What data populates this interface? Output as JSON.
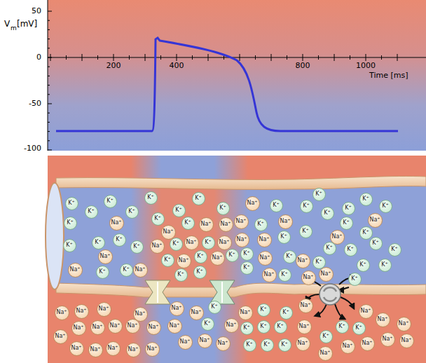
{
  "diagram": {
    "nodes": [
      {
        "text": [
          "K⁺"
        ]
      },
      {
        "text": [
          "K⁺"
        ]
      },
      {
        "text": [
          "K⁺"
        ]
      },
      {
        "text": [
          "K⁺"
        ]
      },
      {
        "text": [
          "K⁺"
        ]
      },
      {
        "text": [
          "K⁺"
        ]
      },
      {
        "text": [
          "K⁺"
        ]
      },
      {
        "text": [
          "K⁺"
        ]
      },
      {
        "text": [
          "Na⁺"
        ]
      },
      {
        "text": [
          "K⁺"
        ]
      },
      {
        "text": [
          "K⁺"
        ]
      },
      {
        "text": [
          "K⁺"
        ]
      },
      {
        "text": [
          "K⁺"
        ]
      },
      {
        "text": [
          "K⁺"
        ]
      },
      {
        "text": [
          "K⁺"
        ]
      },
      {
        "text": [
          "K⁺"
        ]
      },
      {
        "text": [
          "K⁺"
        ]
      },
      {
        "text": [
          "Na⁺"
        ]
      },
      {
        "text": [
          "K⁺"
        ]
      },
      {
        "text": [
          "Na⁺"
        ]
      },
      {
        "text": [
          "K⁺"
        ]
      },
      {
        "text": [
          "Na⁺"
        ]
      },
      {
        "text": [
          "Na⁺"
        ]
      },
      {
        "text": [
          "Na⁺"
        ]
      },
      {
        "text": [
          "K⁺"
        ]
      },
      {
        "text": [
          "Na⁺"
        ]
      },
      {
        "text": [
          "K⁺"
        ]
      },
      {
        "text": [
          "Na⁺"
        ]
      },
      {
        "text": [
          "K⁺"
        ]
      },
      {
        "text": [
          "Na⁺"
        ]
      },
      {
        "text": [
          "K⁺"
        ]
      },
      {
        "text": [
          "K⁺"
        ]
      },
      {
        "text": [
          "K⁺"
        ]
      },
      {
        "text": [
          "K⁺"
        ]
      },
      {
        "text": [
          "K⁺"
        ]
      },
      {
        "text": [
          "Na⁺"
        ]
      },
      {
        "text": [
          "K⁺"
        ]
      },
      {
        "text": [
          "Na⁺"
        ]
      },
      {
        "text": [
          "K⁺"
        ]
      },
      {
        "text": [
          "Na⁺"
        ]
      },
      {
        "text": [
          "Na⁺"
        ]
      },
      {
        "text": [
          "Na⁺"
        ]
      },
      {
        "text": [
          "K⁺"
        ]
      },
      {
        "text": [
          "K⁺"
        ]
      },
      {
        "text": [
          "K⁺"
        ]
      },
      {
        "text": [
          "K⁺"
        ]
      },
      {
        "text": [
          "K⁺"
        ]
      },
      {
        "text": [
          "Na⁺"
        ]
      },
      {
        "text": [
          "K⁺"
        ]
      },
      {
        "text": [
          "Na⁺"
        ]
      },
      {
        "text": [
          "K⁺"
        ]
      },
      {
        "text": [
          "K⁺"
        ]
      },
      {
        "text": [
          "Na⁺"
        ]
      },
      {
        "text": [
          "K⁺"
        ]
      },
      {
        "text": [
          "Na⁺"
        ]
      },
      {
        "text": [
          "K⁺"
        ]
      },
      {
        "text": [
          "Na⁺"
        ]
      },
      {
        "text": [
          "K⁺"
        ]
      },
      {
        "text": [
          "K⁺"
        ]
      },
      {
        "text": [
          "Na⁺"
        ]
      },
      {
        "text": [
          "K⁺"
        ]
      },
      {
        "text": [
          "Na⁺"
        ]
      },
      {
        "text": [
          "K⁺"
        ]
      },
      {
        "text": [
          "K⁺"
        ]
      },
      {
        "text": [
          "K⁺"
        ]
      },
      {
        "text": [
          "K⁺"
        ]
      },
      {
        "text": [
          "K⁺"
        ]
      },
      {
        "text": [
          "Na⁺"
        ]
      },
      {
        "text": [
          "K⁺"
        ]
      },
      {
        "text": [
          "Na⁺"
        ]
      },
      {
        "text": [
          "Na⁺"
        ]
      },
      {
        "text": [
          "K⁺"
        ]
      },
      {
        "text": [
          "Na⁺"
        ]
      },
      {
        "text": [
          "Na⁺"
        ]
      },
      {
        "text": [
          "Na⁺"
        ]
      },
      {
        "text": [
          "Na⁺"
        ]
      },
      {
        "text": [
          "Na⁺"
        ]
      },
      {
        "text": [
          "Na⁺"
        ]
      },
      {
        "text": [
          "K⁺"
        ]
      },
      {
        "text": [
          "Na⁺"
        ]
      },
      {
        "text": [
          "K⁺"
        ]
      },
      {
        "text": [
          "K⁺"
        ]
      },
      {
        "text": [
          "Na⁺"
        ]
      },
      {
        "text": [
          "Na⁺"
        ]
      },
      {
        "text": [
          "Na⁺"
        ]
      },
      {
        "text": [
          "Na⁺"
        ]
      },
      {
        "text": [
          "Na⁺"
        ]
      },
      {
        "text": [
          "Na⁺"
        ]
      },
      {
        "text": [
          "Na⁺"
        ]
      },
      {
        "text": [
          "Na⁺"
        ]
      },
      {
        "text": [
          "Na⁺"
        ]
      },
      {
        "text": [
          "Na⁺"
        ]
      },
      {
        "text": [
          "Na⁺"
        ]
      },
      {
        "text": [
          "Na⁺"
        ]
      },
      {
        "text": [
          "Na⁺"
        ]
      },
      {
        "text": [
          "Na⁺"
        ]
      },
      {
        "text": [
          "K⁺"
        ]
      },
      {
        "text": [
          "Na⁺"
        ]
      },
      {
        "text": [
          "Na⁺"
        ]
      },
      {
        "text": [
          "Na⁺"
        ]
      },
      {
        "text": [
          "K⁺"
        ]
      },
      {
        "text": [
          "K⁺"
        ]
      },
      {
        "text": [
          "K⁺"
        ]
      },
      {
        "text": [
          "K⁺"
        ]
      },
      {
        "text": [
          "K⁺"
        ]
      },
      {
        "text": [
          "K⁺"
        ]
      },
      {
        "text": [
          "Na⁺"
        ]
      },
      {
        "text": [
          "K⁺"
        ]
      },
      {
        "text": [
          "K⁺"
        ]
      },
      {
        "text": [
          "K⁺"
        ]
      },
      {
        "text": [
          "Na⁺"
        ]
      },
      {
        "text": [
          "Na⁺"
        ]
      },
      {
        "text": [
          "Na⁺"
        ]
      },
      {
        "text": [
          "Na⁺"
        ]
      },
      {
        "text": [
          "Na⁺"
        ]
      },
      {
        "text": [
          "Na⁺"
        ]
      },
      {
        "text": [
          "Na⁺"
        ]
      },
      {
        "text": [
          "Na⁺"
        ]
      },
      {
        "text": [
          "Na⁺"
        ]
      }
    ],
    "labels": [
      "V",
      "m",
      "[mV]",
      "50",
      "0",
      "-50",
      "-100",
      "200",
      "400",
      "800",
      "1000",
      "Time [ms]"
    ]
  }
}
